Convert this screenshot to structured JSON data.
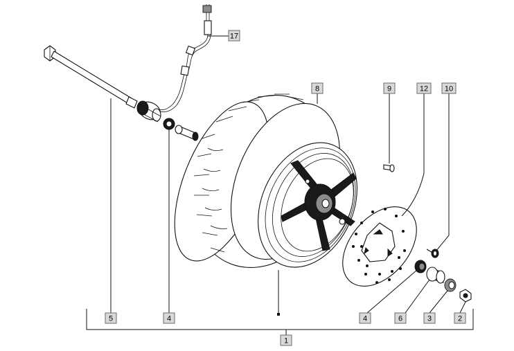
{
  "callouts": [
    {
      "id": "c17",
      "label": "17"
    },
    {
      "id": "c8",
      "label": "8"
    },
    {
      "id": "c9",
      "label": "9"
    },
    {
      "id": "c12",
      "label": "12"
    },
    {
      "id": "c10",
      "label": "10"
    },
    {
      "id": "c5",
      "label": "5"
    },
    {
      "id": "c4a",
      "label": "4"
    },
    {
      "id": "c4b",
      "label": "4"
    },
    {
      "id": "c6",
      "label": "6"
    },
    {
      "id": "c3",
      "label": "3"
    },
    {
      "id": "c2",
      "label": "2"
    },
    {
      "id": "c1",
      "label": "1"
    }
  ]
}
